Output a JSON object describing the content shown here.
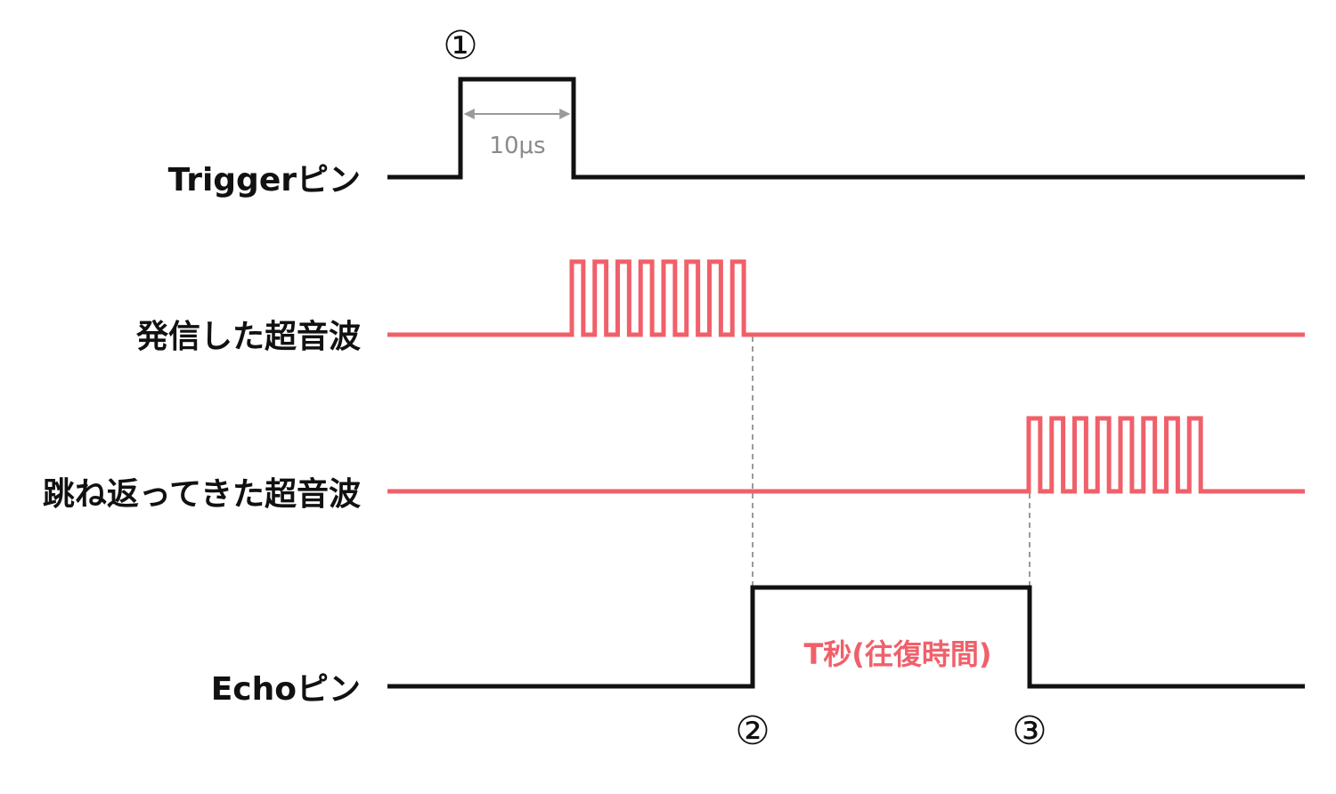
{
  "colors": {
    "signal": "#111111",
    "ultrasonic": "#f0606a",
    "guide": "#9a9a9a",
    "dimension": "#8a8a8a"
  },
  "rows": {
    "trigger": {
      "label": "Triggerピン"
    },
    "sent": {
      "label": "発信した超音波"
    },
    "returned": {
      "label": "跳ね返ってきた超音波"
    },
    "echo": {
      "label": "Echoピン"
    }
  },
  "markers": {
    "m1": "①",
    "m2": "②",
    "m3": "③"
  },
  "trigger_pulse_label": "10μs",
  "echo_duration_label": "T秒(往復時間)",
  "burst_pulse_count": 8
}
